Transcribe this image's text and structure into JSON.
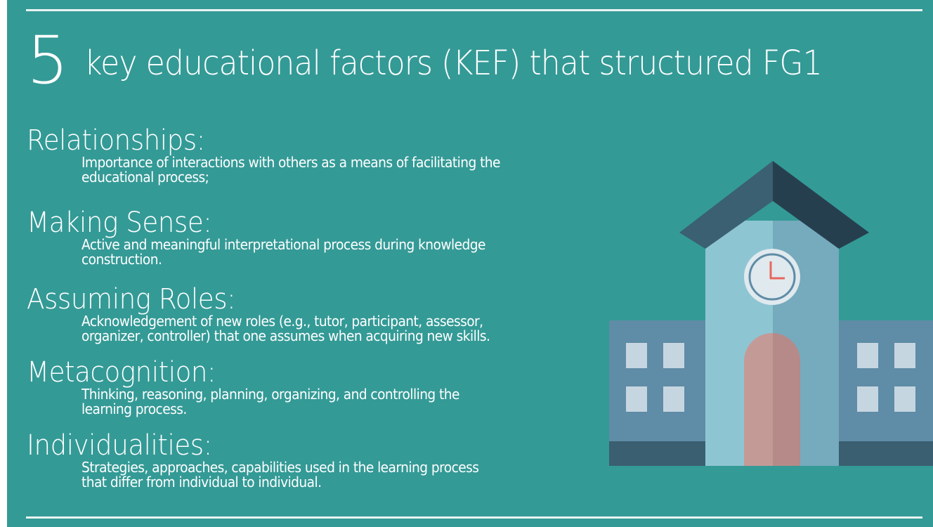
{
  "slide": {
    "number": "5",
    "title_text": "key educational factors (KEF) that structured FG1"
  },
  "factors": [
    {
      "name": "Relationships:",
      "description_lines": [
        "Importance of interactions with others as a means of facilitating the",
        "educational process;"
      ]
    },
    {
      "name": "Making Sense:",
      "description_lines": [
        "Active and meaningful interpretational process during knowledge",
        "construction."
      ]
    },
    {
      "name": "Assuming Roles:",
      "description_lines": [
        "Acknowledgement of new roles (e.g., tutor, participant, assessor,",
        "organizer, controller) that one assumes when acquiring new skills."
      ]
    },
    {
      "name": "Metacognition:",
      "description_lines": [
        "Thinking, reasoning, planning, organizing, and controlling the",
        "learning process."
      ]
    },
    {
      "name": "Individualities:",
      "description_lines": [
        "Strategies, approaches, capabilities used in the learning process",
        "that differ from individual to individual."
      ]
    }
  ],
  "illustration": {
    "icon": "school-building-icon",
    "colors": {
      "background": "#349a96",
      "roof_dark": "#263f4e",
      "roof_light": "#3a6071",
      "tower_light": "#8ec5d3",
      "tower_shade": "#76aabd",
      "wing": "#5f8ca6",
      "base": "#3a5f70",
      "window": "#c6d6e0",
      "door": "#c49a97",
      "clock_hand": "#e8665c"
    }
  }
}
